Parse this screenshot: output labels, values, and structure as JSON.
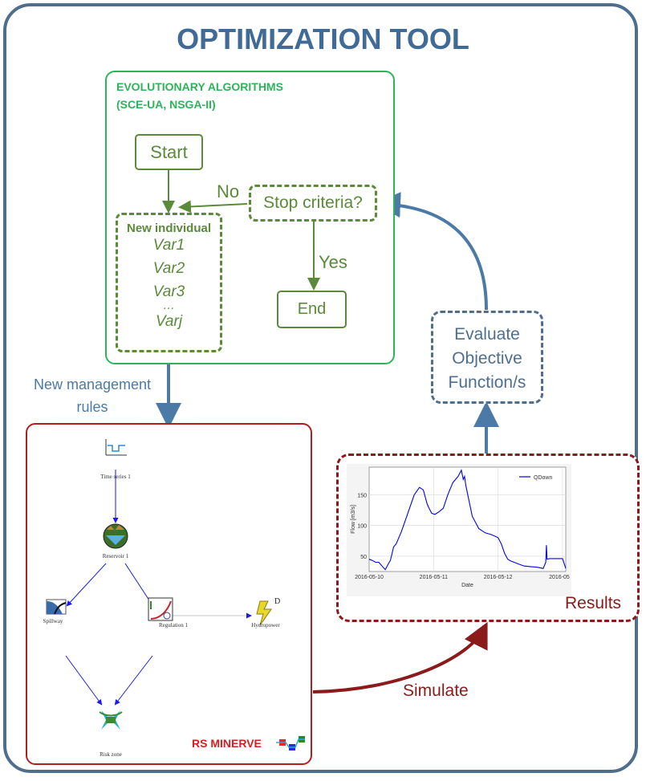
{
  "title": "OPTIMIZATION TOOL",
  "evolutionary": {
    "title_line1": "EVOLUTIONARY ALGORITHMS",
    "title_line2": "(SCE-UA, NSGA-II)",
    "start": "Start",
    "stop_criteria": "Stop criteria?",
    "no": "No",
    "yes": "Yes",
    "end": "End",
    "new_individual": "New individual",
    "vars": [
      "Var1",
      "Var2",
      "Var3",
      "…",
      "Varj"
    ]
  },
  "new_management_rules": [
    "New management",
    "rules"
  ],
  "evaluate": [
    "Evaluate",
    "Objective",
    "Function/s"
  ],
  "rs_minerve": {
    "label": "RS MINERVE",
    "nodes": {
      "time_series": "Time series 1",
      "reservoir": "Reservoir 1",
      "spillway": "Spillway",
      "regulation": "Regulation 1",
      "hydropower": "Hydropower",
      "hydropower_mark": "D",
      "risk_zone": "Risk zone"
    }
  },
  "results": {
    "label": "Results"
  },
  "simulate": "Simulate",
  "colors": {
    "frame": "#4e6e8e",
    "title": "#3f6b96",
    "ea_border": "#2fb35a",
    "flow_green": "#5a8a3a",
    "rs_border": "#b01e1e",
    "results_border": "#8b1a1a",
    "chart_line": "#0000ee"
  },
  "chart_data": {
    "type": "line",
    "xlabel": "Date",
    "ylabel": "Flow [m3/s]",
    "x_ticks": [
      "2016-05-10",
      "2016-05-11",
      "2016-05-12",
      "2016-05"
    ],
    "y_ticks": [
      50,
      100,
      150
    ],
    "ylim": [
      25,
      195
    ],
    "xlim": [
      0,
      3.05
    ],
    "grid": true,
    "legend_position": "top-right",
    "series": [
      {
        "name": "QDown",
        "color": "#0000ee",
        "x": [
          0,
          0.05,
          0.1,
          0.15,
          0.25,
          0.3,
          0.33,
          0.38,
          0.42,
          0.5,
          0.6,
          0.7,
          0.78,
          0.84,
          0.9,
          0.93,
          0.97,
          1.02,
          1.08,
          1.15,
          1.22,
          1.3,
          1.38,
          1.43,
          1.46,
          1.48,
          1.5,
          1.53,
          1.6,
          1.7,
          1.8,
          1.9,
          2.0,
          2.05,
          2.1,
          2.15,
          2.2,
          2.25,
          2.3,
          2.35,
          2.4,
          2.5,
          2.6,
          2.7,
          2.74,
          2.75,
          2.76,
          2.8,
          3.0,
          3.05
        ],
        "y": [
          45,
          43,
          40,
          40,
          28,
          38,
          43,
          65,
          70,
          90,
          120,
          150,
          162,
          158,
          135,
          128,
          120,
          118,
          122,
          128,
          150,
          170,
          180,
          190,
          175,
          180,
          165,
          150,
          115,
          95,
          88,
          85,
          80,
          70,
          55,
          45,
          42,
          40,
          38,
          36,
          34,
          33,
          32,
          30,
          40,
          68,
          45,
          46,
          46,
          30
        ]
      }
    ]
  }
}
